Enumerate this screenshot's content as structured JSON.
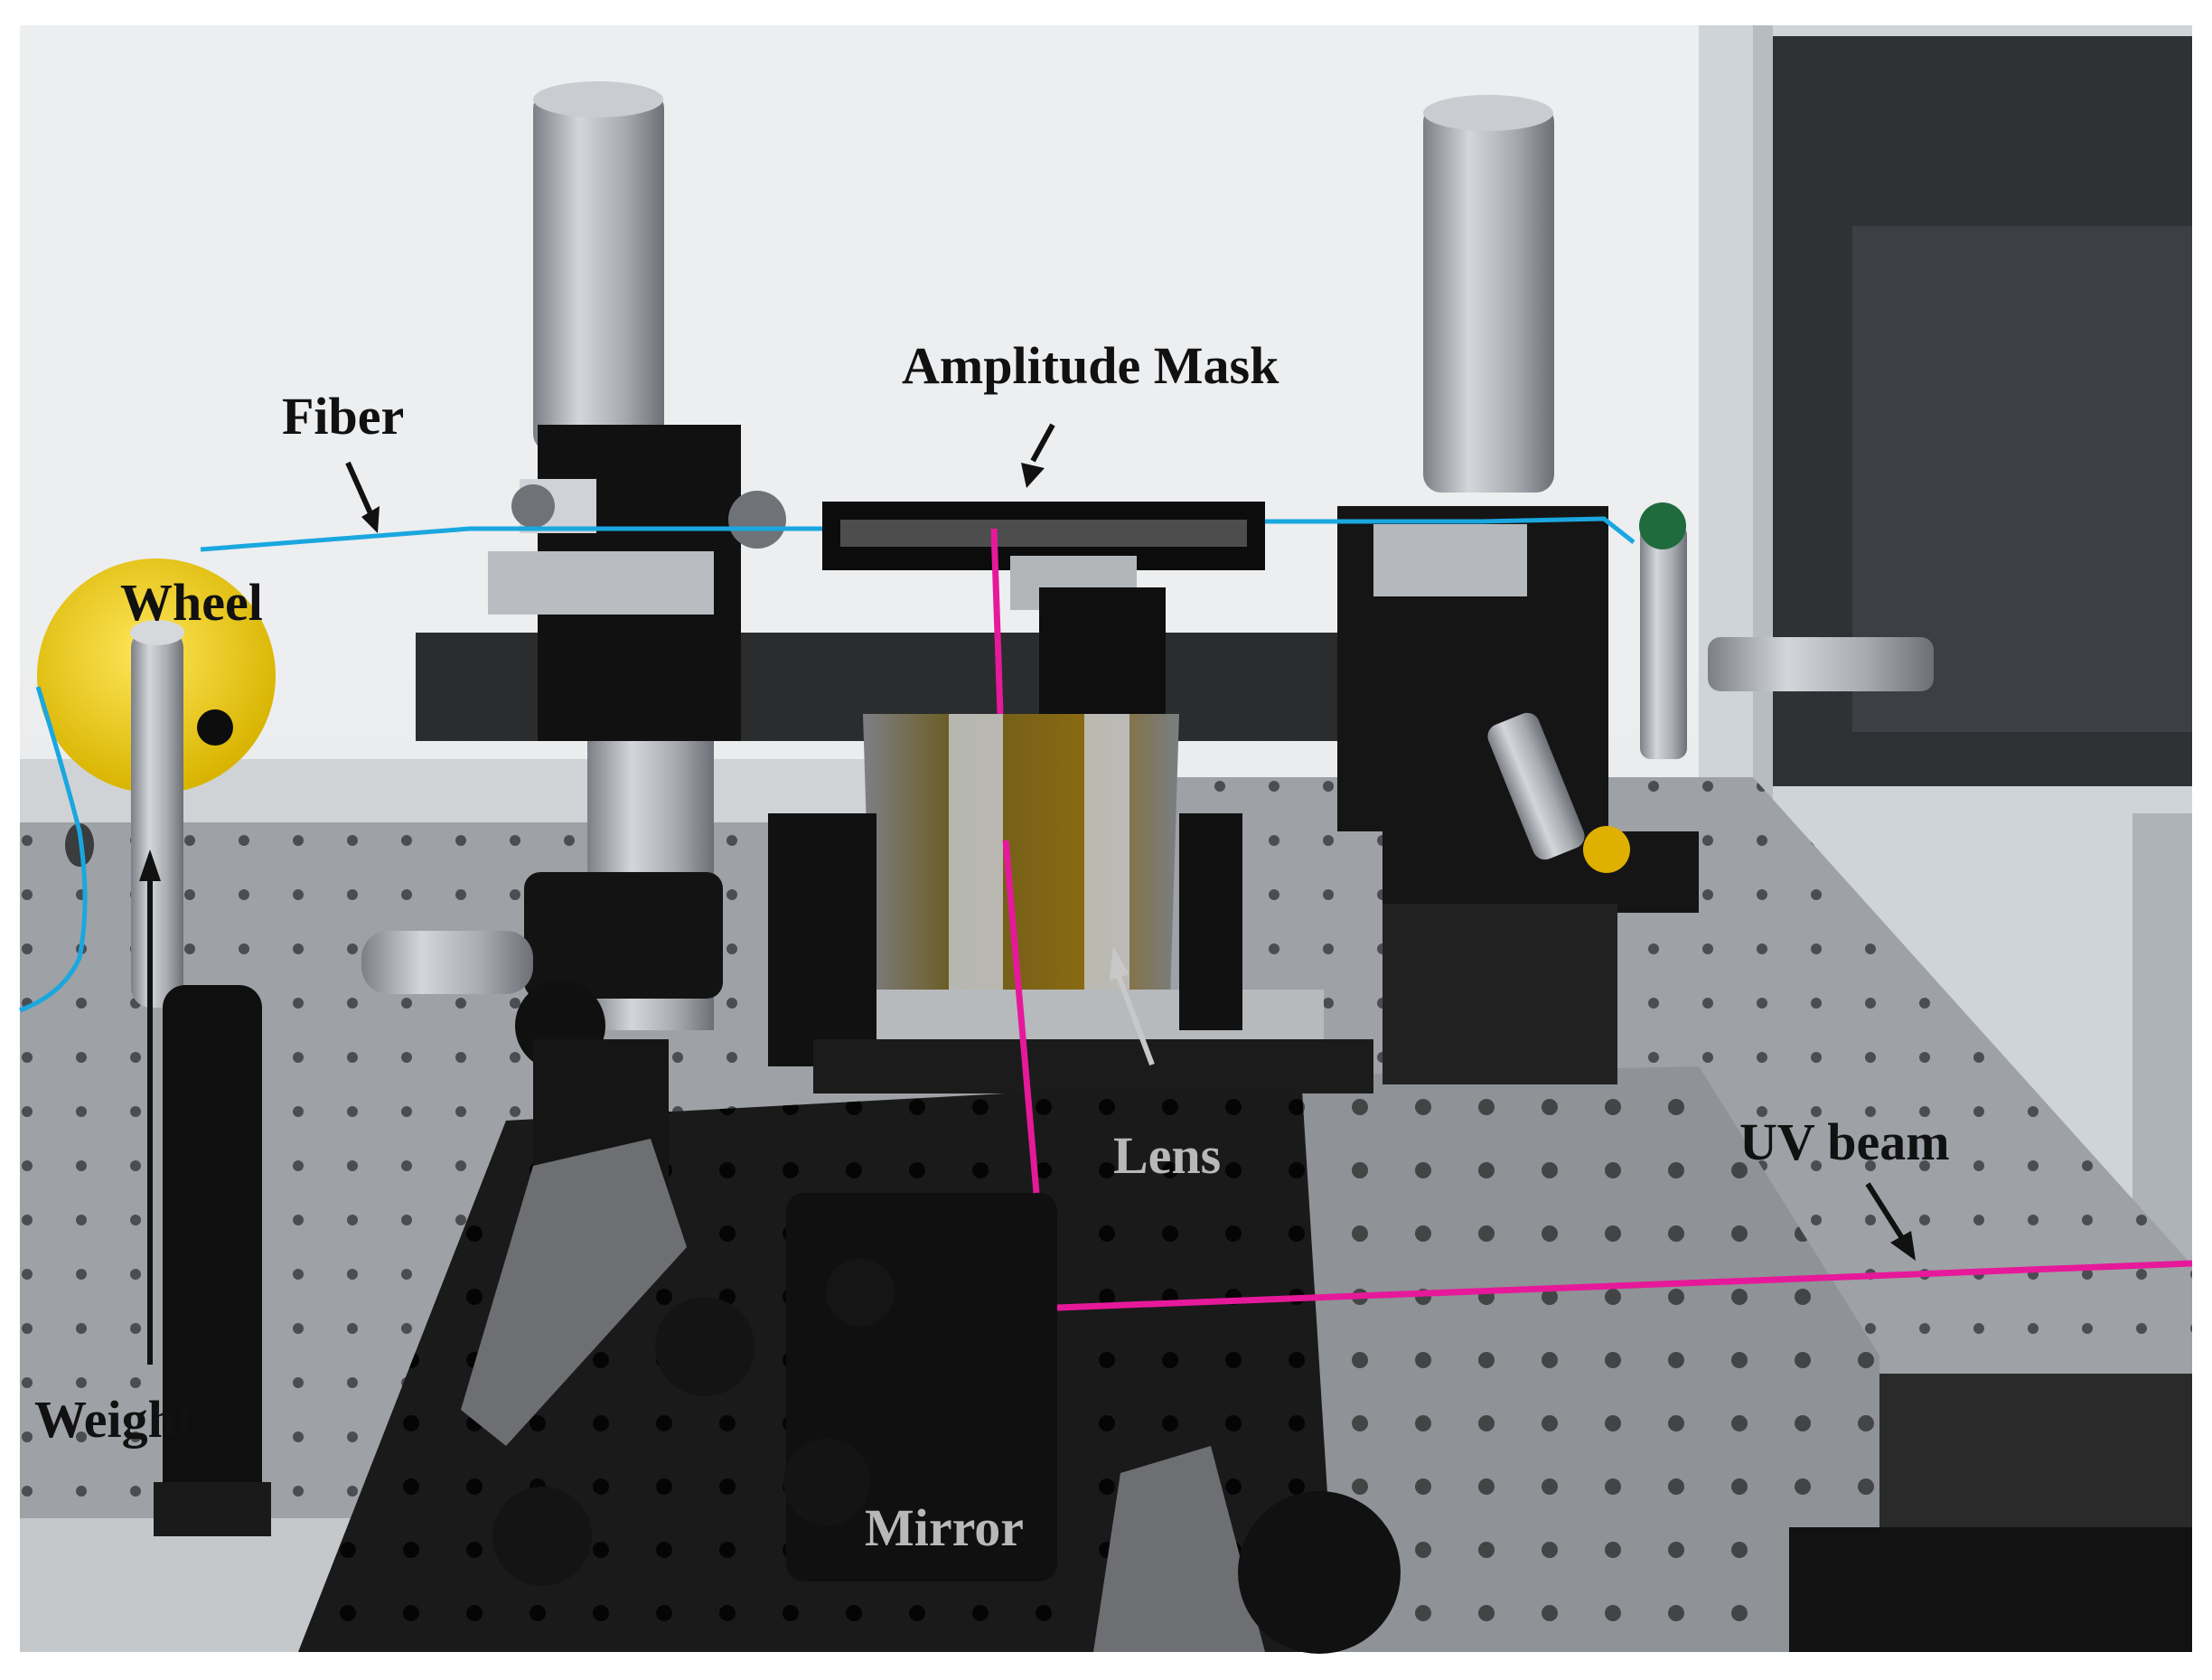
{
  "annotations": {
    "fiber": "Fiber",
    "wheel": "Wheel",
    "weight": "Weight",
    "amplitude_mask": "Amplitude Mask",
    "lens": "Lens",
    "uv_beam": "UV beam",
    "mirror": "Mirror"
  },
  "colors": {
    "fiber_line": "#1aa7e0",
    "uv_beam_line": "#e6199a",
    "label_dark": "#111111",
    "label_light": "#b8b8b8",
    "wheel": "#f3d21a",
    "table_surface": "#9b9ea2",
    "mount_black": "#121212",
    "post_silver": "#a9adb2"
  },
  "scene_objects": [
    "fiber",
    "wheel",
    "weight",
    "amplitude-mask",
    "cylindrical-lens",
    "mirror-mount",
    "uv-beam",
    "optical-table",
    "post",
    "translation-stage",
    "micrometer",
    "enclosure-window"
  ]
}
